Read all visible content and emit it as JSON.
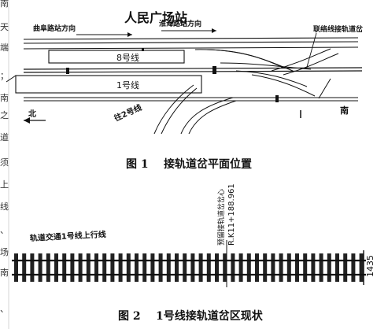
{
  "margin_text": {
    "left_chars": [
      "南",
      "天",
      "端",
      "；",
      "南",
      "之",
      "道",
      "须",
      "上",
      "线",
      "、",
      "场",
      "南",
      "、"
    ]
  },
  "figure1": {
    "station_name": "人民广场站",
    "direction_left": "曲阜路站方向",
    "direction_right": "淮海路站方向",
    "turnout_label": "联络线接轨道岔",
    "line8_label": "8号线",
    "line1_label": "1号线",
    "line2_label": "往2号线",
    "north_label": "北",
    "south_label": "南",
    "caption_num": "图 1",
    "caption_text": "接轨道岔平面位置"
  },
  "figure2": {
    "line_label": "轨道交通1号线上行线",
    "turnout_center_label": "预留接轨道岔岔心",
    "mileage_label": "R.K11+188.961",
    "gauge_label": "1435",
    "caption_num": "图 2",
    "caption_text": "1号线接轨道岔区现状"
  },
  "colors": {
    "ink": "#111111",
    "background": "#ffffff"
  }
}
